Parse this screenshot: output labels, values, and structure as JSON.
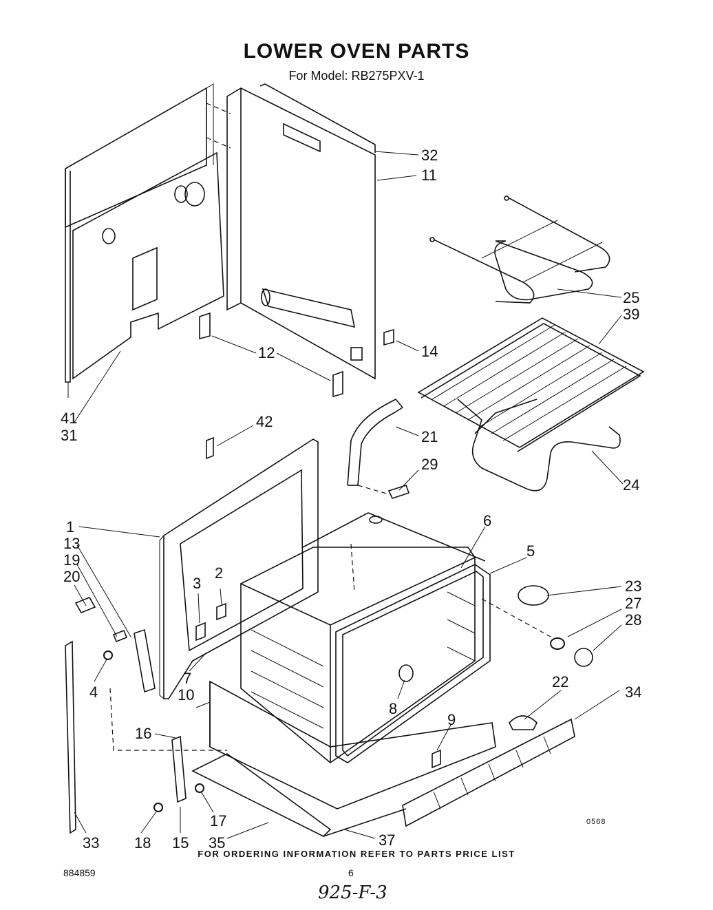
{
  "header": {
    "title": "LOWER OVEN PARTS",
    "subtitle": "For Model: RB275PXV-1"
  },
  "footer": {
    "ordering_note": "FOR ORDERING INFORMATION REFER TO PARTS PRICE LIST",
    "document_number": "884859",
    "page_number": "6",
    "handwritten_note": "925-F-3",
    "drawing_code": "0568"
  },
  "callouts": {
    "c1": "1",
    "c2": "2",
    "c3": "3",
    "c4": "4",
    "c5": "5",
    "c6": "6",
    "c7": "7",
    "c8": "8",
    "c9": "9",
    "c10": "10",
    "c11": "11",
    "c12": "12",
    "c13": "13",
    "c14": "14",
    "c15": "15",
    "c16": "16",
    "c17": "17",
    "c18": "18",
    "c19": "19",
    "c20": "20",
    "c21": "21",
    "c22": "22",
    "c23": "23",
    "c24": "24",
    "c25": "25",
    "c27": "27",
    "c28": "28",
    "c29": "29",
    "c31": "31",
    "c32": "32",
    "c33": "33",
    "c34": "34",
    "c35": "35",
    "c37": "37",
    "c39": "39",
    "c41": "41",
    "c42": "42"
  }
}
